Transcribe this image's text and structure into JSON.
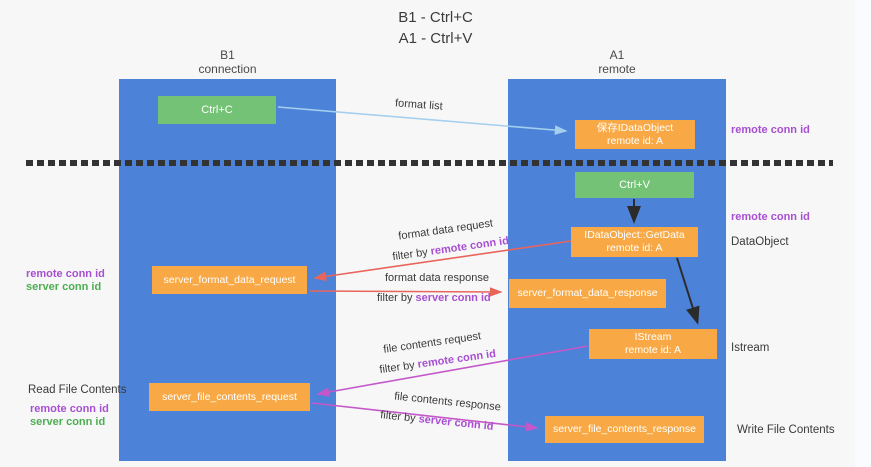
{
  "title": {
    "line1": "B1 - Ctrl+C",
    "line2": "A1 - Ctrl+V"
  },
  "columns": {
    "left": {
      "name": "B1",
      "role": "connection"
    },
    "right": {
      "name": "A1",
      "role": "remote"
    }
  },
  "nodes": {
    "ctrl_c": "Ctrl+C",
    "ctrl_v": "Ctrl+V",
    "save_dataobject_line1": "保存IDataObject",
    "save_dataobject_line2": "remote id: A",
    "getdata_line1": "IDataObject::GetData",
    "getdata_line2": "remote id: A",
    "istream_line1": "IStream",
    "istream_line2": "remote id: A",
    "server_format_data_request": "server_format_data_request",
    "server_format_data_response": "server_format_data_response",
    "server_file_contents_request": "server_file_contents_request",
    "server_file_contents_response": "server_file_contents_response"
  },
  "labels": {
    "format_list": "format list",
    "format_data_request": "format data request",
    "format_data_response": "format data response",
    "file_contents_request": "file contents request",
    "file_contents_response": "file contents response",
    "filter_by": "filter by",
    "remote_conn_id": "remote conn id",
    "server_conn_id": "server conn id",
    "read_file_contents": "Read File Contents",
    "write_file_contents": "Write File Contents",
    "dataobject": "DataObject",
    "istream": "Istream"
  },
  "colors": {
    "column_blue": "#4d82d9",
    "box_orange": "#f8a945",
    "box_green": "#74c276",
    "arrow_blue": "#a5cfee",
    "arrow_red": "#e8655c",
    "arrow_magenta": "#c558c9",
    "arrow_black": "#2b2b2b",
    "text_purple": "#a84fd2",
    "text_green": "#4cae52"
  }
}
